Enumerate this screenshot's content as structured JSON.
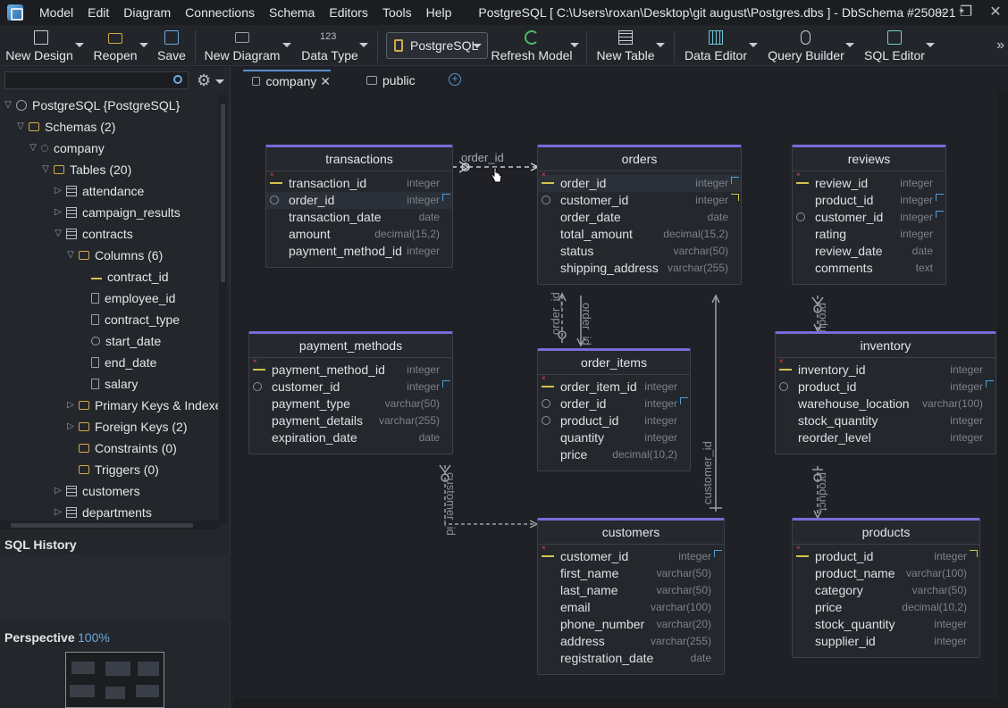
{
  "menu": [
    "Model",
    "Edit",
    "Diagram",
    "Connections",
    "Schema",
    "Editors",
    "Tools",
    "Help"
  ],
  "window_title": "PostgreSQL [ C:\\Users\\roxan\\Desktop\\git august\\Postgres.dbs ] - DbSchema #250821 *",
  "window_controls": {
    "minimize": "–",
    "restore": "❐",
    "close": "✕"
  },
  "toolbar": {
    "new_design": "New Design",
    "reopen": "Reopen",
    "save": "Save",
    "new_diagram": "New Diagram",
    "data_type": "Data Type",
    "data_type_number": "123",
    "db": "PostgreSQL",
    "refresh_model": "Refresh Model",
    "new_table": "New Table",
    "data_editor": "Data Editor",
    "query_builder": "Query Builder",
    "sql_editor": "SQL Editor",
    "more": "»"
  },
  "tree": {
    "search_value": "",
    "rows": [
      {
        "label": "PostgreSQL {PostgreSQL}",
        "twisty": "▽",
        "icon": "db"
      },
      {
        "label": "Schemas (2)",
        "twisty": "▽",
        "icon": "folder"
      },
      {
        "label": "company",
        "twisty": "▽",
        "icon": "schema"
      },
      {
        "label": "Tables (20)",
        "twisty": "▽",
        "icon": "folder"
      },
      {
        "label": "attendance",
        "twisty": "▷",
        "icon": "table"
      },
      {
        "label": "campaign_results",
        "twisty": "▷",
        "icon": "table"
      },
      {
        "label": "contracts",
        "twisty": "▽",
        "icon": "table"
      },
      {
        "label": "Columns (6)",
        "twisty": "▽",
        "icon": "folder"
      },
      {
        "label": "contract_id",
        "twisty": "",
        "icon": "key"
      },
      {
        "label": "employee_id",
        "twisty": "",
        "icon": "col"
      },
      {
        "label": "contract_type",
        "twisty": "",
        "icon": "col"
      },
      {
        "label": "start_date",
        "twisty": "",
        "icon": "search"
      },
      {
        "label": "end_date",
        "twisty": "",
        "icon": "col"
      },
      {
        "label": "salary",
        "twisty": "",
        "icon": "col"
      },
      {
        "label": "Primary Keys & Indexes",
        "twisty": "▷",
        "icon": "folder"
      },
      {
        "label": "Foreign Keys (2)",
        "twisty": "▷",
        "icon": "folder"
      },
      {
        "label": "Constraints (0)",
        "twisty": "",
        "icon": "folder"
      },
      {
        "label": "Triggers (0)",
        "twisty": "",
        "icon": "folder"
      },
      {
        "label": "customers",
        "twisty": "▷",
        "icon": "table"
      },
      {
        "label": "departments",
        "twisty": "▷",
        "icon": "table"
      }
    ]
  },
  "sql_history": {
    "title": "SQL History"
  },
  "perspective": {
    "title": "Perspective",
    "zoom": "100%"
  },
  "tabs": [
    {
      "label": "company",
      "active": true,
      "close": "✕"
    },
    {
      "label": "public",
      "active": false
    }
  ],
  "tab_add": "+",
  "entities": {
    "transactions": {
      "title": "transactions",
      "columns": [
        {
          "name": "transaction_id",
          "type": "integer",
          "icon": "pk"
        },
        {
          "name": "order_id",
          "type": "integer",
          "icon": "search",
          "fk": "out",
          "sel": true
        },
        {
          "name": "transaction_date",
          "type": "date"
        },
        {
          "name": "amount",
          "type": "decimal(15,2)"
        },
        {
          "name": "payment_method_id",
          "type": "integer"
        }
      ]
    },
    "orders": {
      "title": "orders",
      "columns": [
        {
          "name": "order_id",
          "type": "integer",
          "icon": "pk",
          "fk": "out",
          "sel": true
        },
        {
          "name": "customer_id",
          "type": "integer",
          "icon": "search",
          "fk": "in"
        },
        {
          "name": "order_date",
          "type": "date"
        },
        {
          "name": "total_amount",
          "type": "decimal(15,2)"
        },
        {
          "name": "status",
          "type": "varchar(50)"
        },
        {
          "name": "shipping_address",
          "type": "varchar(255)"
        }
      ]
    },
    "reviews": {
      "title": "reviews",
      "columns": [
        {
          "name": "review_id",
          "type": "integer",
          "icon": "pk"
        },
        {
          "name": "product_id",
          "type": "integer",
          "fk": "out"
        },
        {
          "name": "customer_id",
          "type": "integer",
          "icon": "search",
          "fk": "out"
        },
        {
          "name": "rating",
          "type": "integer"
        },
        {
          "name": "review_date",
          "type": "date"
        },
        {
          "name": "comments",
          "type": "text"
        }
      ]
    },
    "payment_methods": {
      "title": "payment_methods",
      "columns": [
        {
          "name": "payment_method_id",
          "type": "integer",
          "icon": "pk"
        },
        {
          "name": "customer_id",
          "type": "integer",
          "icon": "search",
          "fk": "out"
        },
        {
          "name": "payment_type",
          "type": "varchar(50)"
        },
        {
          "name": "payment_details",
          "type": "varchar(255)"
        },
        {
          "name": "expiration_date",
          "type": "date"
        }
      ]
    },
    "order_items": {
      "title": "order_items",
      "columns": [
        {
          "name": "order_item_id",
          "type": "integer",
          "icon": "pk"
        },
        {
          "name": "order_id",
          "type": "integer",
          "icon": "search",
          "fk": "out"
        },
        {
          "name": "product_id",
          "type": "integer",
          "icon": "search"
        },
        {
          "name": "quantity",
          "type": "integer"
        },
        {
          "name": "price",
          "type": "decimal(10,2)"
        }
      ]
    },
    "inventory": {
      "title": "inventory",
      "columns": [
        {
          "name": "inventory_id",
          "type": "integer",
          "icon": "pk"
        },
        {
          "name": "product_id",
          "type": "integer",
          "icon": "search",
          "fk": "out"
        },
        {
          "name": "warehouse_location",
          "type": "varchar(100)"
        },
        {
          "name": "stock_quantity",
          "type": "integer"
        },
        {
          "name": "reorder_level",
          "type": "integer"
        }
      ]
    },
    "customers": {
      "title": "customers",
      "columns": [
        {
          "name": "customer_id",
          "type": "integer",
          "icon": "pk",
          "fk": "out"
        },
        {
          "name": "first_name",
          "type": "varchar(50)"
        },
        {
          "name": "last_name",
          "type": "varchar(50)"
        },
        {
          "name": "email",
          "type": "varchar(100)"
        },
        {
          "name": "phone_number",
          "type": "varchar(20)"
        },
        {
          "name": "address",
          "type": "varchar(255)"
        },
        {
          "name": "registration_date",
          "type": "date"
        }
      ]
    },
    "products": {
      "title": "products",
      "columns": [
        {
          "name": "product_id",
          "type": "integer",
          "icon": "pk",
          "fk": "in"
        },
        {
          "name": "product_name",
          "type": "varchar(100)"
        },
        {
          "name": "category",
          "type": "varchar(50)"
        },
        {
          "name": "price",
          "type": "decimal(10,2)"
        },
        {
          "name": "stock_quantity",
          "type": "integer"
        },
        {
          "name": "supplier_id",
          "type": "integer"
        }
      ]
    }
  },
  "relations": {
    "trans_orders": "order_id",
    "oi_orders_a": "order_id",
    "oi_orders_b": "order_id",
    "orders_customers": "customer_id",
    "pm_customers": "customer_id",
    "reviews_inventory": "product",
    "inventory_products": "product"
  },
  "colors": {
    "accent": "#7a6ad8",
    "pk": "#d4c44a",
    "fk": "#4aa3e0",
    "link": "#5a8fd0"
  }
}
